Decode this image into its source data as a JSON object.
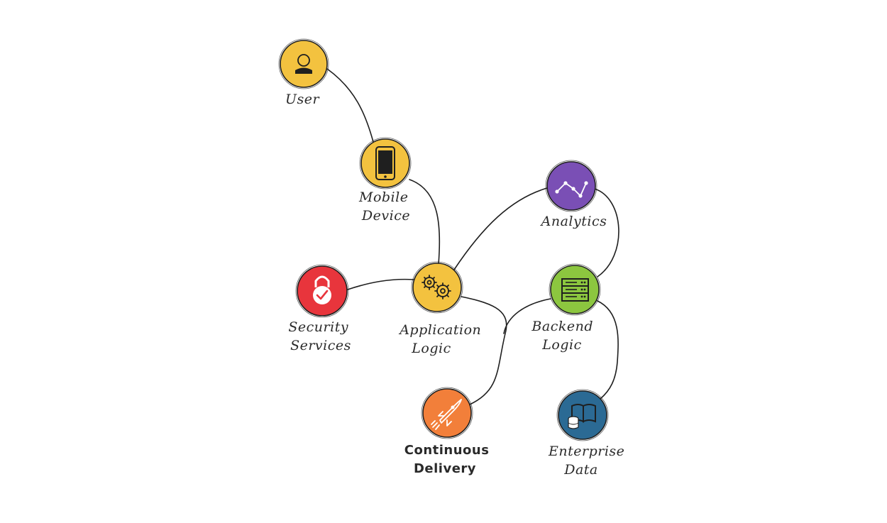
{
  "colors": {
    "yellow": "#f3c23f",
    "purple": "#7a4fb5",
    "red": "#e8353c",
    "green": "#8cc63f",
    "orange": "#f27f3a",
    "blue": "#2b6a94",
    "line": "#1f1f1f"
  },
  "nodes": {
    "user": {
      "label_lines": [
        "User"
      ],
      "icon": "person-icon",
      "color": "#f3c23f"
    },
    "mobile": {
      "label_lines": [
        "Mobile",
        "Device"
      ],
      "icon": "smartphone-icon",
      "color": "#f3c23f"
    },
    "analytics": {
      "label_lines": [
        "Analytics"
      ],
      "icon": "line-chart-icon",
      "color": "#7a4fb5"
    },
    "security": {
      "label_lines": [
        "Security",
        "Services"
      ],
      "icon": "padlock-icon",
      "color": "#e8353c"
    },
    "app": {
      "label_lines": [
        "Application",
        "Logic"
      ],
      "icon": "gears-icon",
      "color": "#f3c23f"
    },
    "backend": {
      "label_lines": [
        "Backend",
        "Logic"
      ],
      "icon": "server-rack-icon",
      "color": "#8cc63f"
    },
    "delivery": {
      "label_lines": [
        "Continuous",
        "Delivery"
      ],
      "icon": "rocket-icon",
      "color": "#f27f3a"
    },
    "enterprise": {
      "label_lines": [
        "Enterprise",
        "Data"
      ],
      "icon": "book-database-icon",
      "color": "#2b6a94"
    }
  },
  "edges": [
    [
      "user",
      "mobile"
    ],
    [
      "mobile",
      "app"
    ],
    [
      "app",
      "analytics"
    ],
    [
      "analytics",
      "backend"
    ],
    [
      "security",
      "app"
    ],
    [
      "app",
      "delivery"
    ],
    [
      "backend",
      "delivery"
    ],
    [
      "backend",
      "enterprise"
    ]
  ]
}
